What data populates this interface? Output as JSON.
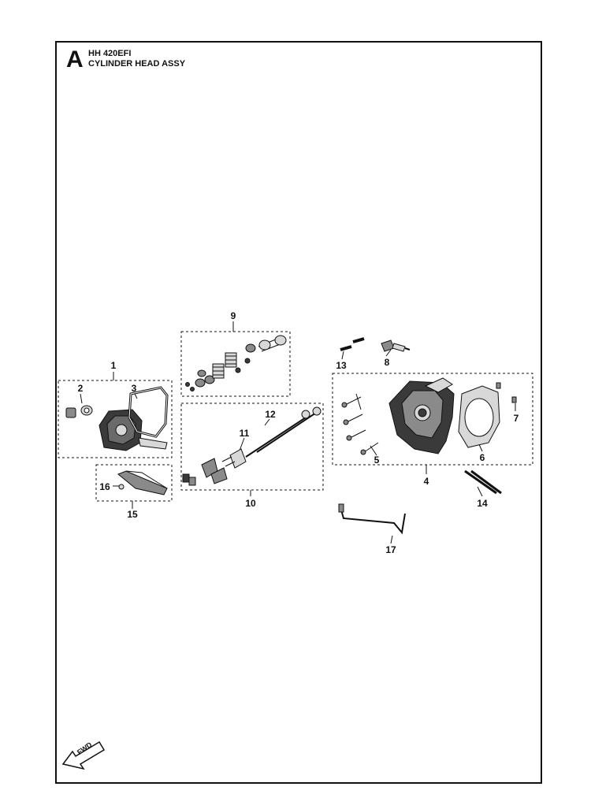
{
  "header": {
    "section_letter": "A",
    "model": "HH 420EFI",
    "assembly": "CYLINDER HEAD ASSY"
  },
  "callouts": [
    "1",
    "2",
    "3",
    "4",
    "5",
    "6",
    "7",
    "8",
    "9",
    "10",
    "11",
    "12",
    "13",
    "14",
    "15",
    "16",
    "17"
  ],
  "fwd_label": "FWD",
  "colors": {
    "line": "#111111",
    "fill_dark": "#3a3a3a",
    "fill_mid": "#8a8a8a",
    "fill_light": "#d8d8d8"
  }
}
